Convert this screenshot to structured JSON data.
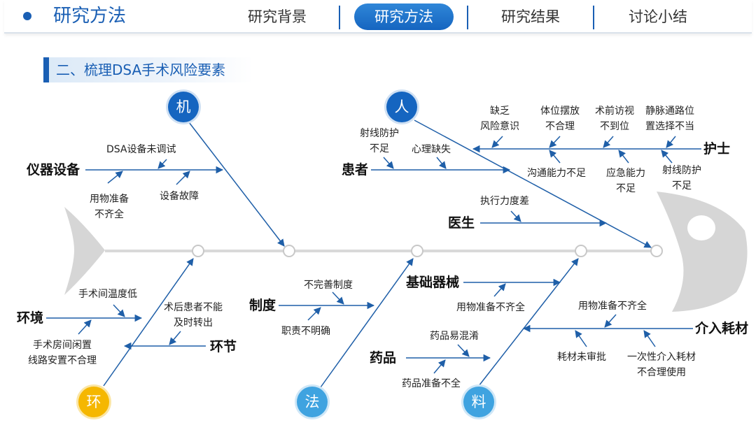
{
  "header": {
    "title": "研究方法",
    "nav": [
      {
        "label": "研究背景",
        "active": false
      },
      {
        "label": "研究方法",
        "active": true
      },
      {
        "label": "研究结果",
        "active": false
      },
      {
        "label": "讨论小结",
        "active": false
      }
    ]
  },
  "section": {
    "title": "二、梳理DSA手术风险要素"
  },
  "colors": {
    "primary": "#1a5fb4",
    "line": "#1f5fa8",
    "spine": "#d9d9d9",
    "fish": "#d6d6d6",
    "env_circle": "#f5b700",
    "light_circle": "#3fa3e0"
  },
  "categories": {
    "machine": {
      "label": "机"
    },
    "person": {
      "label": "人"
    },
    "environment": {
      "label": "环"
    },
    "method": {
      "label": "法"
    },
    "material": {
      "label": "料"
    }
  },
  "branches": {
    "instrument": "仪器设备",
    "patient": "患者",
    "nurse": "护士",
    "doctor": "医生",
    "environment": "环境",
    "procedure": "环节",
    "system": "制度",
    "equipment": "基础器械",
    "drug": "药品",
    "consumables": "介入耗材"
  },
  "causes": {
    "dsa_not_debugged": "DSA设备未调试",
    "supplies_incomplete_1": "用物准备\n不齐全",
    "device_failure": "设备故障",
    "radiation_protection_patient": "射线防护\n不足",
    "psychological": "心理缺失",
    "lack_risk_awareness": "缺乏\n风险意识",
    "positioning_improper": "体位摆放\n不合理",
    "preop_visit": "术前访视\n不到位",
    "iv_site": "静脉通路位\n置选择不当",
    "communication": "沟通能力不足",
    "emergency": "应急能力\n不足",
    "radiation_protection_nurse": "射线防护\n不足",
    "execution": "执行力度差",
    "room_temp": "手术间温度低",
    "room_idle": "手术房间闲置\n线路安置不合理",
    "postop_transfer": "术后患者不能\n及时转出",
    "system_incomplete": "不完善制度",
    "duty_unclear": "职责不明确",
    "equipment_supplies": "用物准备不齐全",
    "drug_confusion": "药品易混淆",
    "drug_prep": "药品准备不全",
    "consumable_supplies": "用物准备不齐全",
    "consumable_unapproved": "耗材未审批",
    "disposable_misuse": "一次性介入耗材\n不合理使用"
  }
}
